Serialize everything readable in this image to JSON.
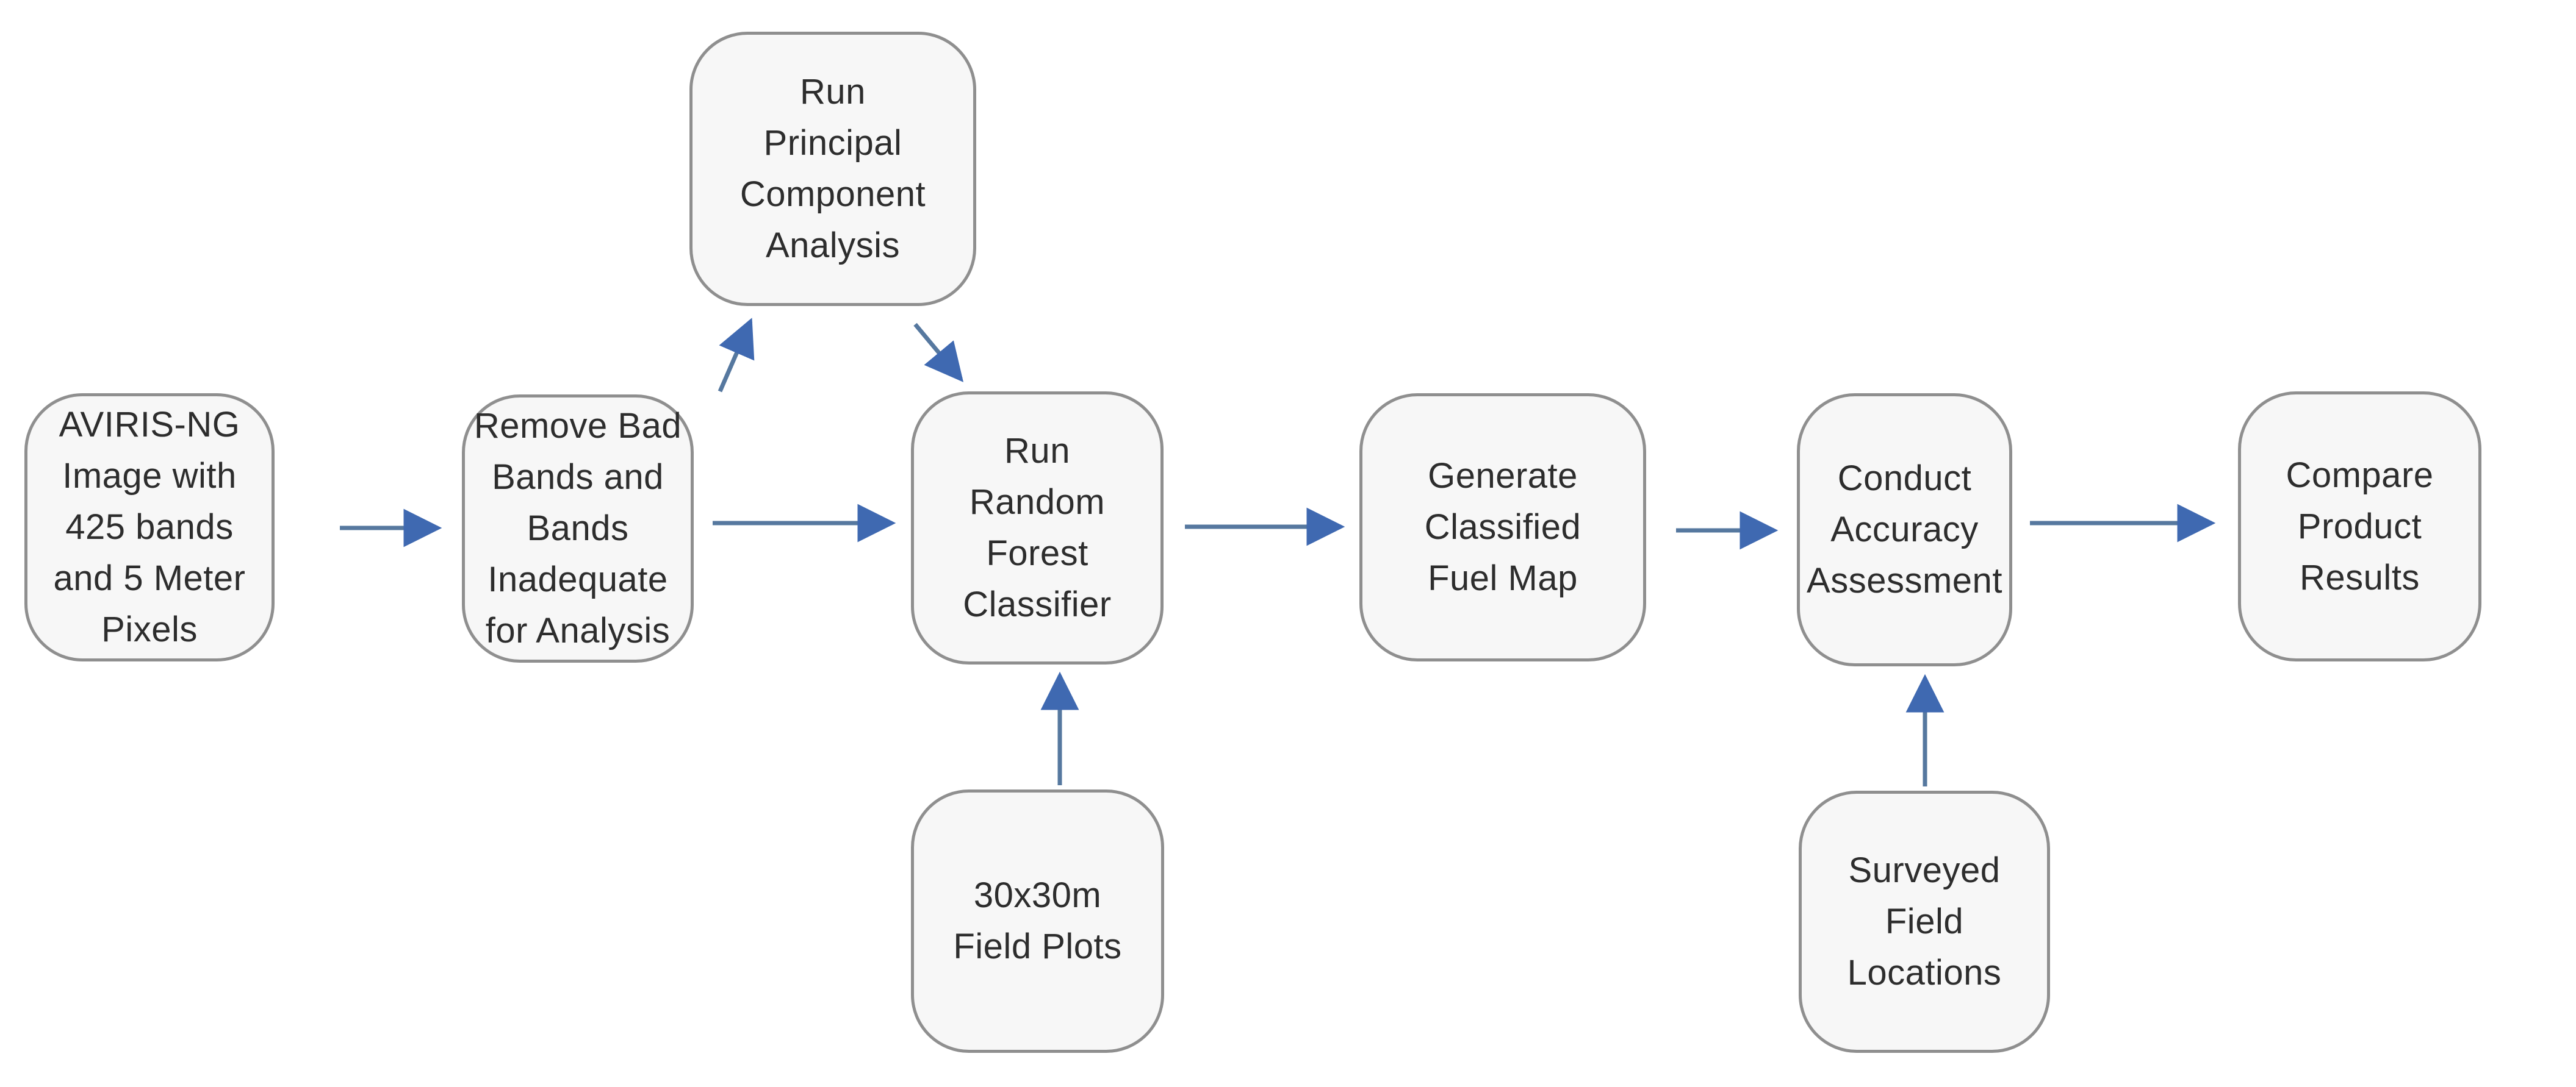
{
  "theme": {
    "background": "#ffffff",
    "box-fill": "#f7f7f7",
    "box-border": "#8f8f8f",
    "text-color": "#2d2d2d",
    "arrow-line": "#56789f",
    "arrow-head": "#3f69b1"
  },
  "diagram": {
    "type": "flowchart",
    "nodes": [
      {
        "id": "aviris-image",
        "label": "AVIRIS-NG\nImage with\n425 bands\nand 5 Meter\nPixels"
      },
      {
        "id": "remove-bad-bands",
        "label": "Remove Bad\nBands and\nBands\nInadequate\nfor Analysis"
      },
      {
        "id": "pca",
        "label": "Run\nPrincipal\nComponent\nAnalysis"
      },
      {
        "id": "random-forest",
        "label": "Run\nRandom\nForest\nClassifier"
      },
      {
        "id": "fuel-map",
        "label": "Generate\nClassified\nFuel Map"
      },
      {
        "id": "accuracy-assessment",
        "label": "Conduct\nAccuracy\nAssessment"
      },
      {
        "id": "compare-results",
        "label": "Compare\nProduct\nResults"
      },
      {
        "id": "field-plots",
        "label": "30x30m\nField Plots"
      },
      {
        "id": "surveyed-locations",
        "label": "Surveyed\nField\nLocations"
      }
    ],
    "edges": [
      {
        "from": "aviris-image",
        "to": "remove-bad-bands"
      },
      {
        "from": "remove-bad-bands",
        "to": "pca"
      },
      {
        "from": "pca",
        "to": "random-forest"
      },
      {
        "from": "remove-bad-bands",
        "to": "random-forest"
      },
      {
        "from": "field-plots",
        "to": "random-forest"
      },
      {
        "from": "random-forest",
        "to": "fuel-map"
      },
      {
        "from": "fuel-map",
        "to": "accuracy-assessment"
      },
      {
        "from": "surveyed-locations",
        "to": "accuracy-assessment"
      },
      {
        "from": "accuracy-assessment",
        "to": "compare-results"
      }
    ]
  }
}
